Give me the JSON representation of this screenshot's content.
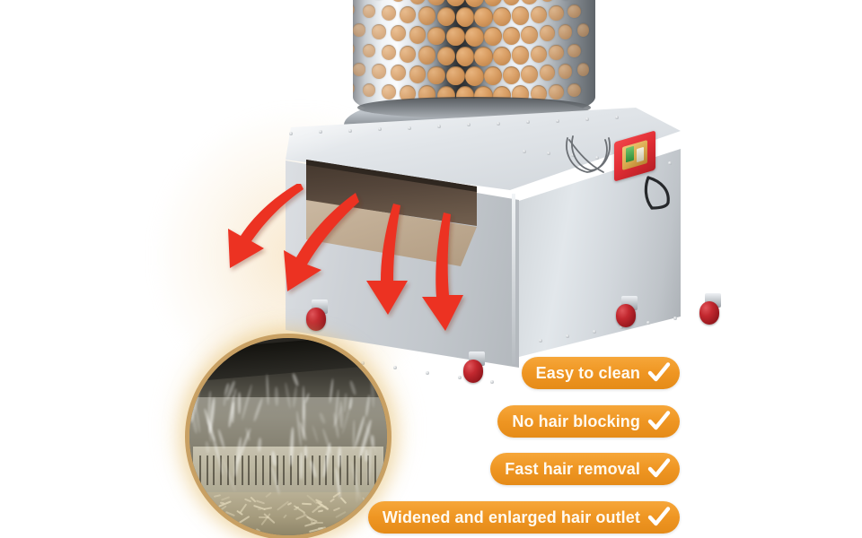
{
  "product": {
    "name": "poultry-plucking-machine",
    "machine_label": "stainless steel poultry plucker cabinet",
    "drum_label": "perforated plucking drum with rubber fingers",
    "outlet_label": "widened hair outlet opening",
    "control_box_label": "red power switch housing",
    "handle_label": "side carry handle",
    "wire_label": "coiled power cable",
    "caster_label": "red swivel caster wheel",
    "inset_label": "feathers discharging into collection crate"
  },
  "features": [
    {
      "text": "Easy to clean",
      "icon": "check-icon"
    },
    {
      "text": "No hair blocking",
      "icon": "check-icon"
    },
    {
      "text": "Fast hair removal",
      "icon": "check-icon"
    },
    {
      "text": "Widened and enlarged hair outlet",
      "icon": "check-icon"
    }
  ],
  "arrows": {
    "label": "hair discharge flow arrow",
    "count": 4,
    "color": "#ec3124"
  },
  "colors": {
    "background": "#ffffff",
    "pill": "#ef9623",
    "pill_text": "#fffaf0",
    "arrow_red": "#ec3124",
    "caster_red": "#a81e23",
    "control_red": "#e02d34",
    "steel_light": "#e2e7eb",
    "steel_mid": "#c2c7cc",
    "steel_dark": "#8d9399",
    "finger_tan": "#d79a5e",
    "ring_gold": "#c8a063",
    "outlet_dark": "#54453a",
    "chute_tan": "#c2ad93"
  }
}
